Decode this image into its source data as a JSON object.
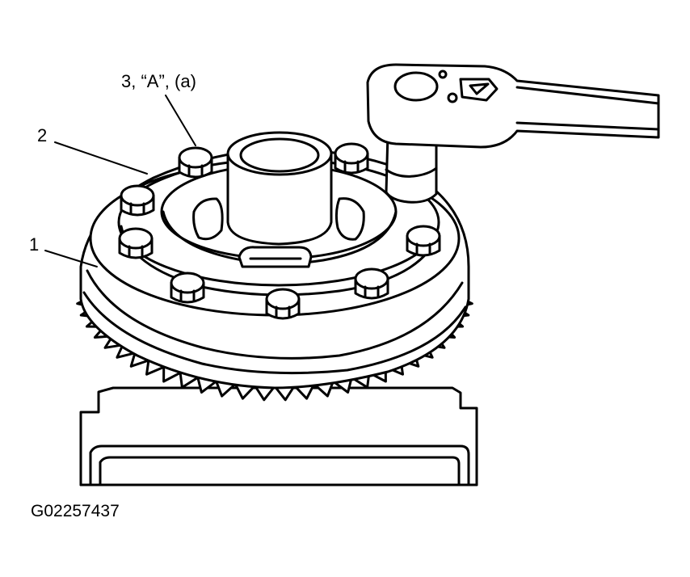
{
  "callouts": {
    "label_1": "1",
    "label_2": "2",
    "label_3": "3, “A”, (a)"
  },
  "figure_id": "G02257437",
  "colors": {
    "ink": "#000000",
    "paper": "#ffffff"
  }
}
